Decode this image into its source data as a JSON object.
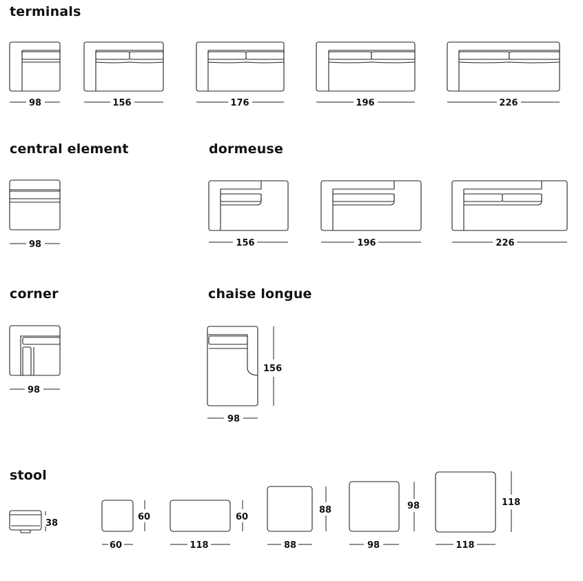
{
  "sections": {
    "terminals": "terminals",
    "central_element": "central element",
    "dormeuse": "dormeuse",
    "corner": "corner",
    "chaise_longue": "chaise longue",
    "stool": "stool"
  },
  "dims": {
    "terminals": [
      "98",
      "156",
      "176",
      "196",
      "226"
    ],
    "central_element": [
      "98"
    ],
    "dormeuse": [
      "156",
      "196",
      "226"
    ],
    "corner": [
      "98"
    ],
    "chaise_longue": {
      "width": "98",
      "depth": "156"
    },
    "stool": [
      {
        "width": "",
        "height": "38"
      },
      {
        "width": "60",
        "height": "60"
      },
      {
        "width": "118",
        "height": "60"
      },
      {
        "width": "88",
        "height": "88"
      },
      {
        "width": "98",
        "height": "98"
      },
      {
        "width": "118",
        "height": "118"
      }
    ]
  }
}
